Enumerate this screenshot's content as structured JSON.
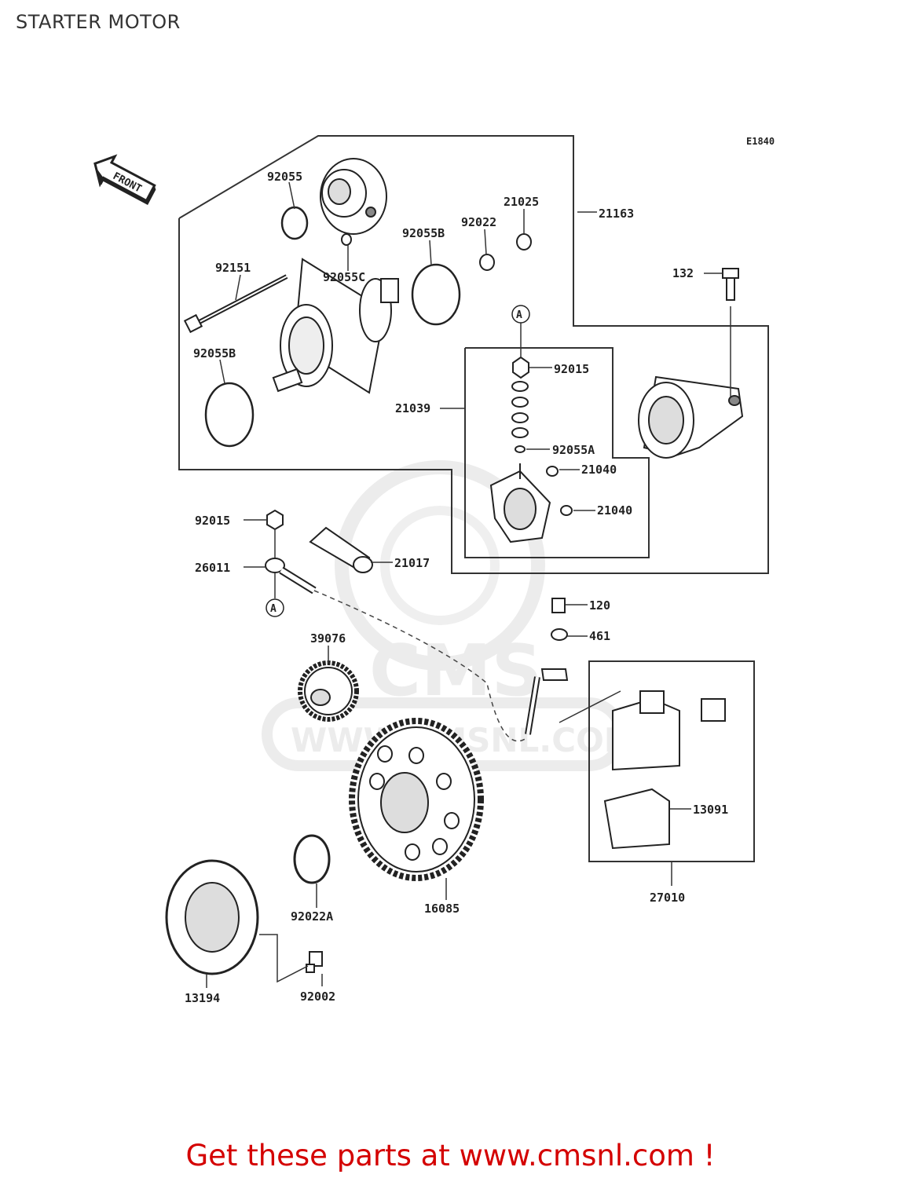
{
  "title": "STARTER MOTOR",
  "figure_code": "E1840",
  "front_label": "FRONT",
  "callout": "A",
  "parts": {
    "p92055": "92055",
    "p92055C": "92055C",
    "p92055B_top": "92055B",
    "p92022": "92022",
    "p21025": "21025",
    "p21163": "21163",
    "p92151": "92151",
    "p132": "132",
    "p92055B_side": "92055B",
    "p92015_top": "92015",
    "p21039": "21039",
    "p92055A": "92055A",
    "p21040_a": "21040",
    "p21040_b": "21040",
    "p92015_left": "92015",
    "p26011": "26011",
    "p21017": "21017",
    "p120": "120",
    "p461": "461",
    "p39076": "39076",
    "p13091": "13091",
    "p27010": "27010",
    "p92022A": "92022A",
    "p16085": "16085",
    "p13194": "13194",
    "p92002": "92002"
  },
  "watermark": {
    "brand": "CMS",
    "url": "WWW.CMSNL.COM"
  },
  "footer": "Get these parts at www.cmsnl.com !",
  "colors": {
    "footer_text": "#d40000",
    "line": "#333333",
    "watermark": "#ececec"
  }
}
